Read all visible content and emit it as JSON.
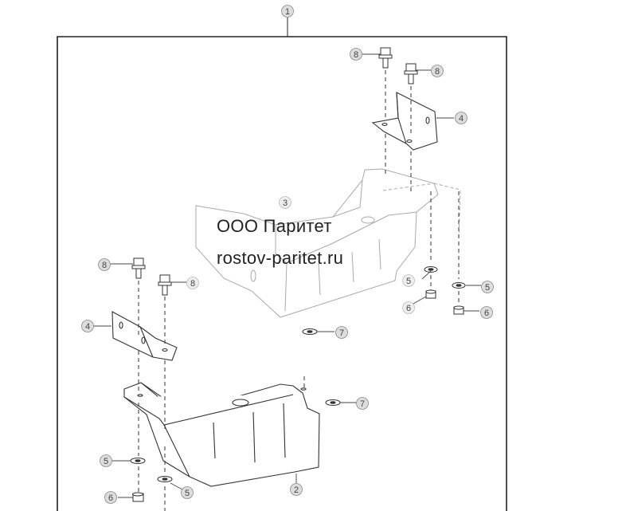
{
  "callouts": {
    "assembly": "1",
    "shield_front": "2",
    "shield_rear": "3",
    "bracket_rear": "4",
    "bracket_front": "4",
    "washer_rear_a": "5",
    "washer_rear_b": "5",
    "washer_front_a": "5",
    "washer_front_b": "5",
    "nut_rear_a": "6",
    "nut_rear_b": "6",
    "nut_front": "6",
    "washer_large_rear": "7",
    "washer_large_front": "7",
    "bolt_rear_a": "8",
    "bolt_rear_b": "8",
    "bolt_front_a": "8",
    "bolt_front_b": "8"
  },
  "watermark": {
    "line1": "ООО Паритет",
    "line2": "rostov-paritet.ru"
  }
}
